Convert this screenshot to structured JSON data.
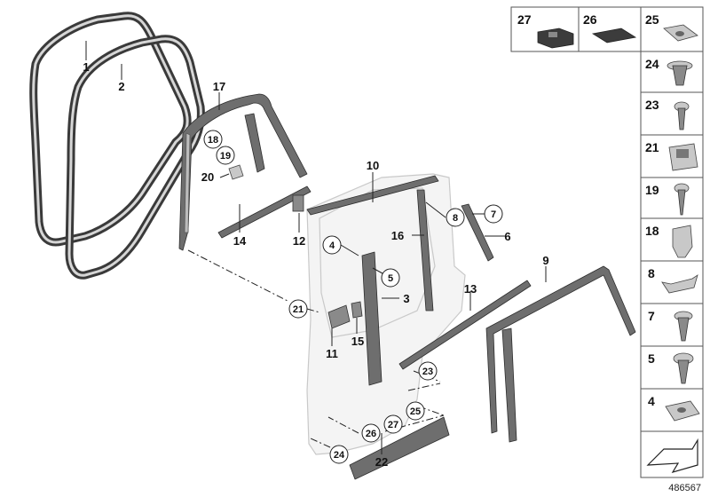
{
  "figure_number": "486567",
  "callouts": {
    "c1": "1",
    "c2": "2",
    "c3": "3",
    "c4": "4",
    "c5": "5",
    "c6": "6",
    "c7": "7",
    "c8": "8",
    "c9": "9",
    "c10": "10",
    "c11": "11",
    "c12": "12",
    "c13": "13",
    "c14": "14",
    "c15": "15",
    "c16": "16",
    "c17": "17",
    "c18": "18",
    "c19": "19",
    "c20": "20",
    "c21": "21",
    "c22": "22",
    "c23": "23",
    "c24": "24",
    "c25": "25",
    "c26": "26",
    "c27": "27"
  },
  "parts_panel": {
    "top_row": [
      "27",
      "26",
      "25"
    ],
    "column": [
      "24",
      "23",
      "21",
      "19",
      "18",
      "8",
      "7",
      "5",
      "4"
    ],
    "footer_icon": "arrow-icon"
  }
}
